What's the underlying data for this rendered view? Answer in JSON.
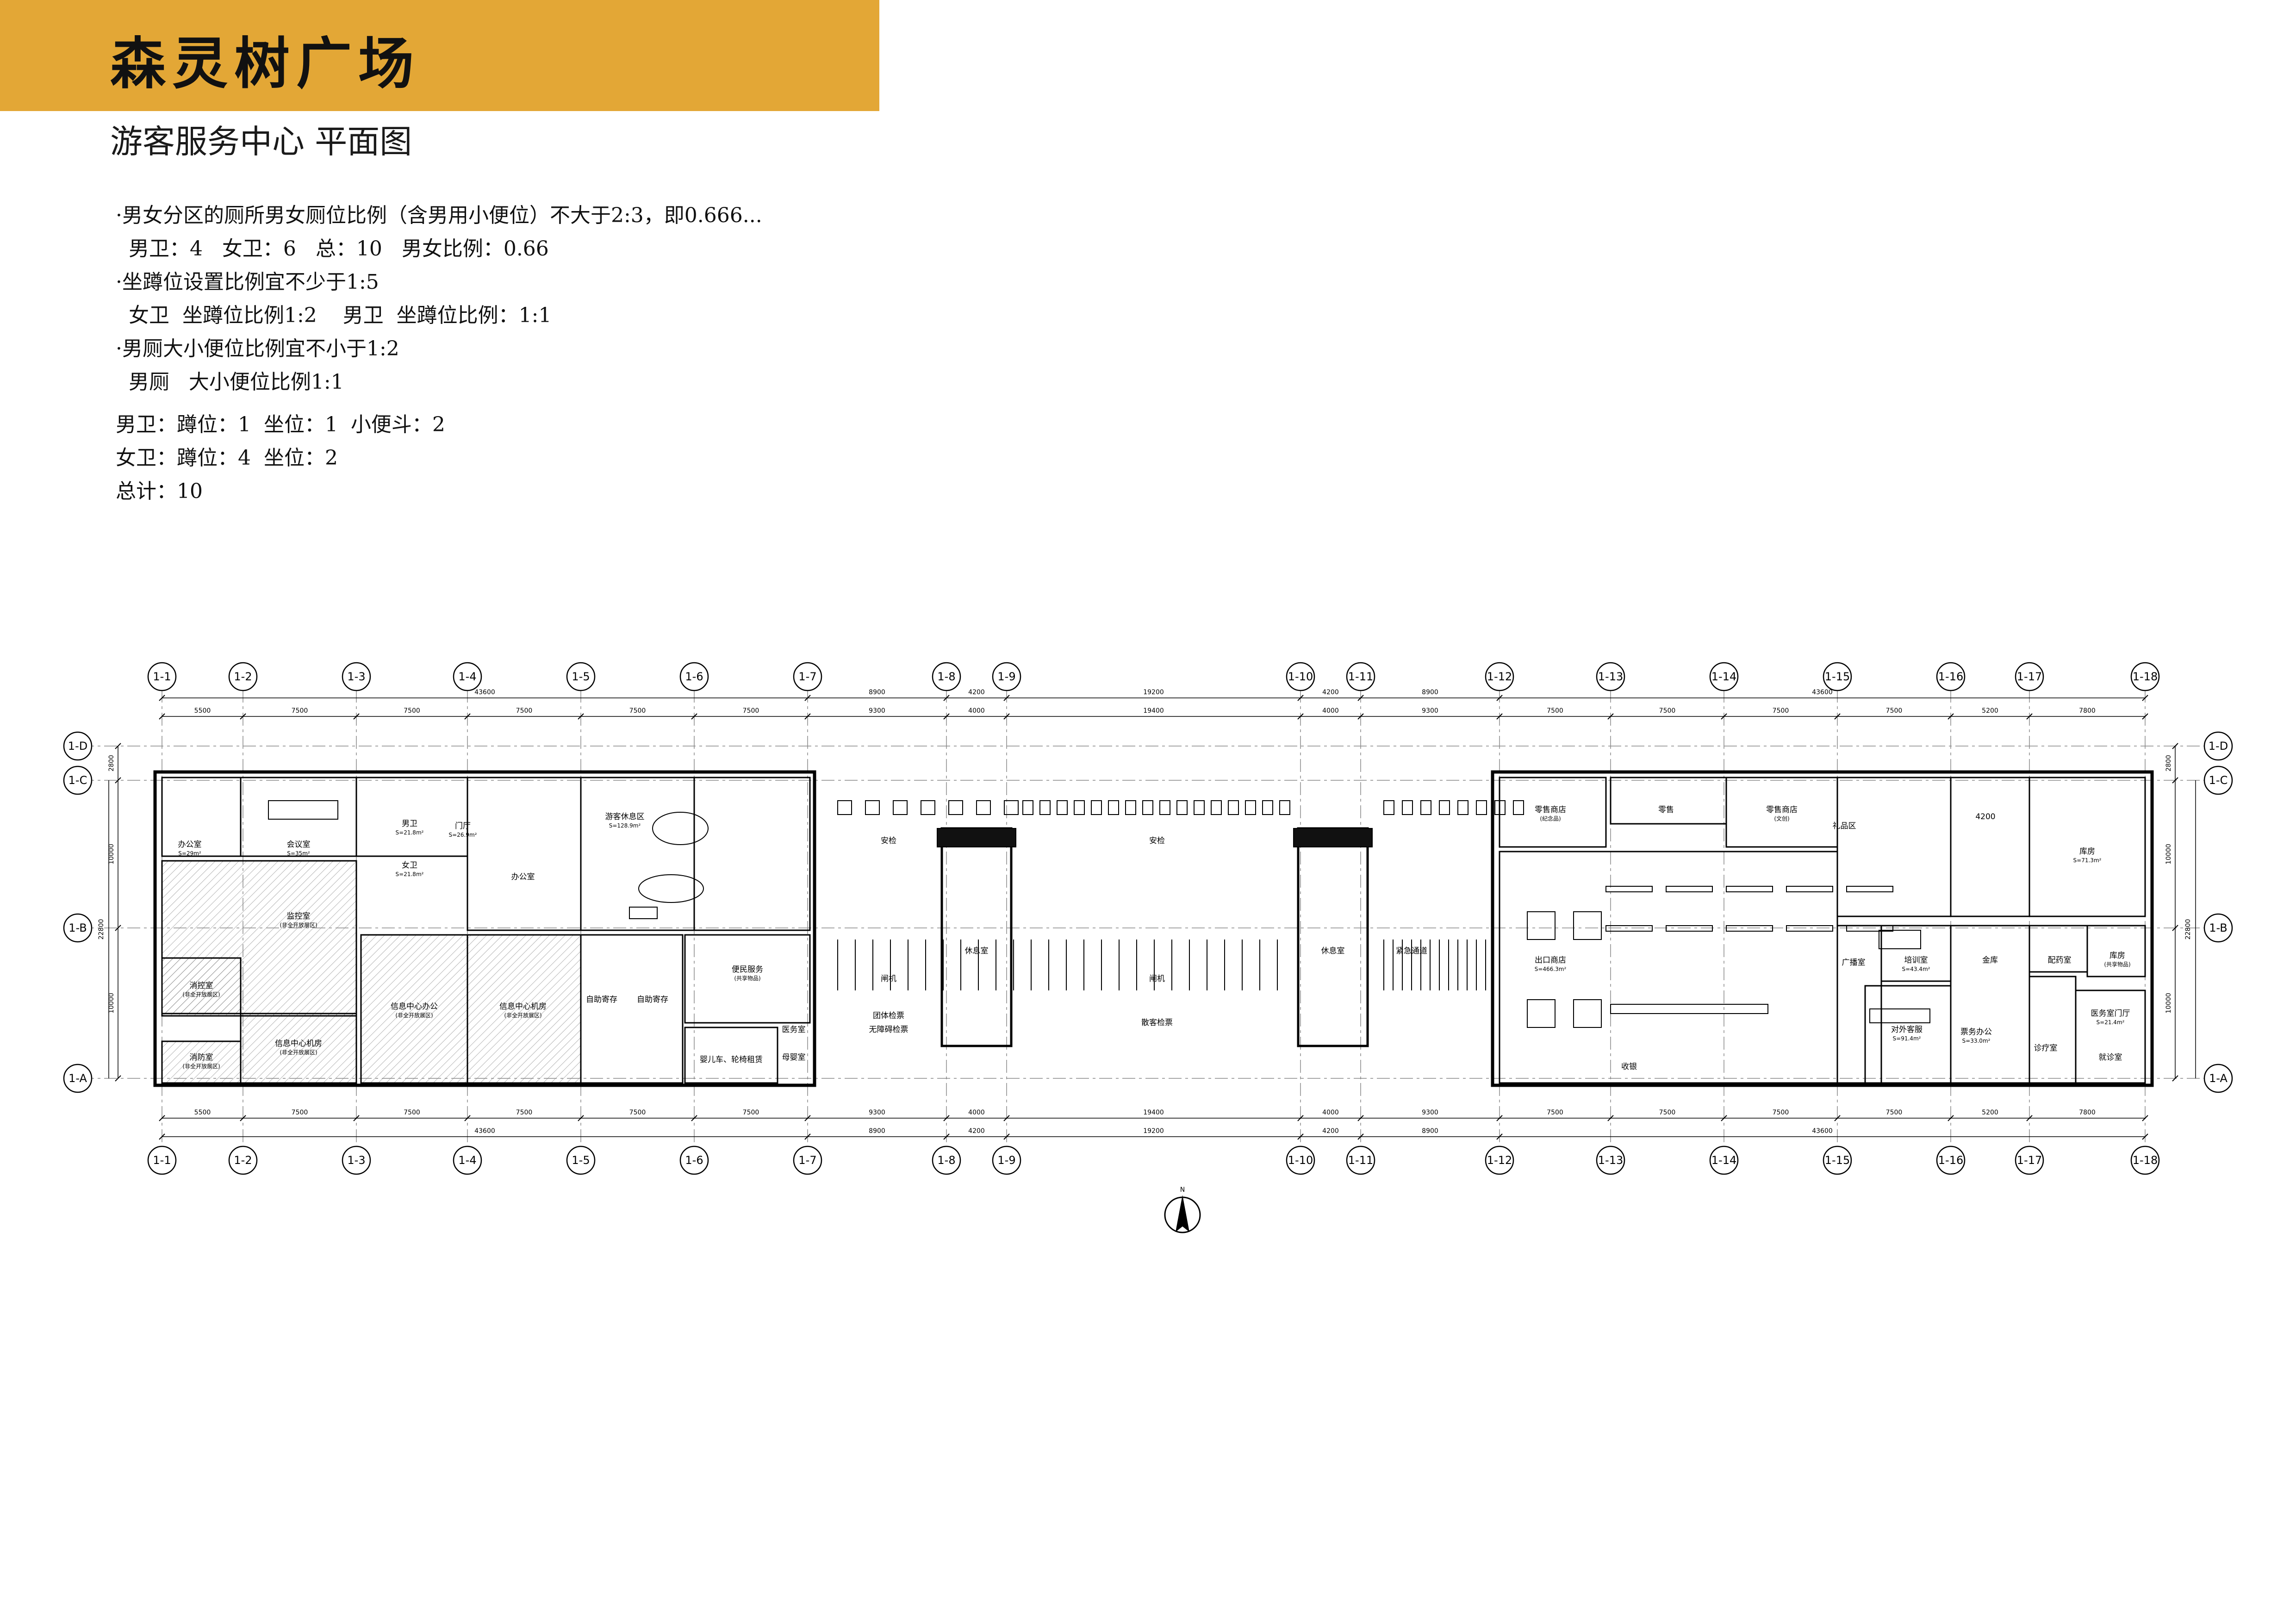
{
  "header": {
    "title": "森灵树广场",
    "subtitle": "游客服务中心 平面图",
    "band_color": "#e3a736"
  },
  "notes": [
    "·男女分区的厕所男女厕位比例（含男用小便位）不大于2:3，即0.666...",
    "  男卫：4   女卫：6   总：10   男女比例：0.66",
    "·坐蹲位设置比例宜不少于1:5",
    "  女卫  坐蹲位比例1:2    男卫  坐蹲位比例：1:1",
    "·男厕大小便位比例宜不小于1:2",
    "  男厕   大小便位比例1:1",
    "",
    "男卫：蹲位：1  坐位：1  小便斗：2",
    "女卫：蹲位：4  坐位：2",
    "总计：10"
  ],
  "grid": {
    "columns": [
      "1-1",
      "1-2",
      "1-3",
      "1-4",
      "1-5",
      "1-6",
      "1-7",
      "1-8",
      "1-9",
      "1-10",
      "1-11",
      "1-12",
      "1-13",
      "1-14",
      "1-15",
      "1-16",
      "1-17",
      "1-18"
    ],
    "rows": [
      "1-D",
      "1-C",
      "1-B",
      "1-A"
    ],
    "top_dims_outer": [
      "43600",
      "8900",
      "4200",
      "19200",
      "4200",
      "8900",
      "43600"
    ],
    "top_dims_inner": [
      "5500",
      "7500",
      "7500",
      "7500",
      "7500",
      "7500",
      "9300",
      "4000",
      "19400",
      "4000",
      "9300",
      "7500",
      "7500",
      "7500",
      "7500",
      "5200",
      "7800"
    ],
    "bottom_dims_inner": [
      "5500",
      "7500",
      "7500",
      "7500",
      "7500",
      "7500",
      "9300",
      "4000",
      "19400",
      "4000",
      "9300",
      "7500",
      "7500",
      "7500",
      "7500",
      "5200",
      "7800"
    ],
    "bottom_dims_outer": [
      "43600",
      "8900",
      "4200",
      "19200",
      "4200",
      "8900",
      "43600"
    ],
    "left_dims": [
      "2800",
      "10000",
      "10000"
    ],
    "left_total": "22800",
    "right_dims": [
      "2800",
      "10000",
      "10000"
    ],
    "right_total": "22800"
  },
  "rooms": {
    "left": [
      {
        "name": "办公室",
        "sub": "S=29m²"
      },
      {
        "name": "会议室",
        "sub": "S=35m²"
      },
      {
        "name": "监控室",
        "sub": "(非全开放展区)"
      },
      {
        "name": "消控室",
        "sub": "(非全开放展区)"
      },
      {
        "name": "消防室",
        "sub": "(非全开放展区)"
      },
      {
        "name": "信息中心机房",
        "sub": "(非全开放展区)"
      },
      {
        "name": "信息中心办公",
        "sub": "(非全开放展区)"
      },
      {
        "name": "信息中心机房",
        "sub": "(非全开放展区)"
      },
      {
        "name": "男卫",
        "sub": "S=21.8m²"
      },
      {
        "name": "女卫",
        "sub": "S=21.8m²"
      },
      {
        "name": "门厅",
        "sub": "S=26.9m²"
      },
      {
        "name": "办公室",
        "sub": ""
      },
      {
        "name": "游客休息区",
        "sub": "S=128.9m²"
      },
      {
        "name": "自助寄存",
        "sub": ""
      },
      {
        "name": "自助寄存",
        "sub": ""
      },
      {
        "name": "便民服务",
        "sub": "(共享物品)"
      },
      {
        "name": "母婴室",
        "sub": ""
      },
      {
        "name": "婴儿车、轮椅租赁",
        "sub": ""
      },
      {
        "name": "医务室",
        "sub": ""
      }
    ],
    "middle": [
      {
        "name": "安检"
      },
      {
        "name": "安检"
      },
      {
        "name": "休息室"
      },
      {
        "name": "休息室"
      },
      {
        "name": "团体检票"
      },
      {
        "name": "无障碍检票"
      },
      {
        "name": "散客检票"
      },
      {
        "name": "紧急通道"
      },
      {
        "name": "闸机"
      },
      {
        "name": "闸机"
      }
    ],
    "right": [
      {
        "name": "零售商店",
        "sub": "(纪念品)"
      },
      {
        "name": "零售",
        "sub": ""
      },
      {
        "name": "零售商店",
        "sub": "(文创)"
      },
      {
        "name": "礼品区",
        "sub": ""
      },
      {
        "name": "出口商店",
        "sub": "S=466.3m²"
      },
      {
        "name": "收银",
        "sub": ""
      },
      {
        "name": "广播室",
        "sub": ""
      },
      {
        "name": "培训室",
        "sub": "S=43.4m²"
      },
      {
        "name": "对外客服",
        "sub": "S=91.4m²"
      },
      {
        "name": "金库",
        "sub": ""
      },
      {
        "name": "票务办公",
        "sub": "S=33.0m²"
      },
      {
        "name": "库房",
        "sub": "S=71.3m²"
      },
      {
        "name": "配药室",
        "sub": ""
      },
      {
        "name": "库房",
        "sub": "(共享物品)"
      },
      {
        "name": "医务室门厅",
        "sub": "S=21.4m²"
      },
      {
        "name": "诊疗室",
        "sub": ""
      },
      {
        "name": "就诊室",
        "sub": ""
      },
      {
        "name": "4200",
        "sub": ""
      }
    ]
  },
  "north_arrow": "N"
}
